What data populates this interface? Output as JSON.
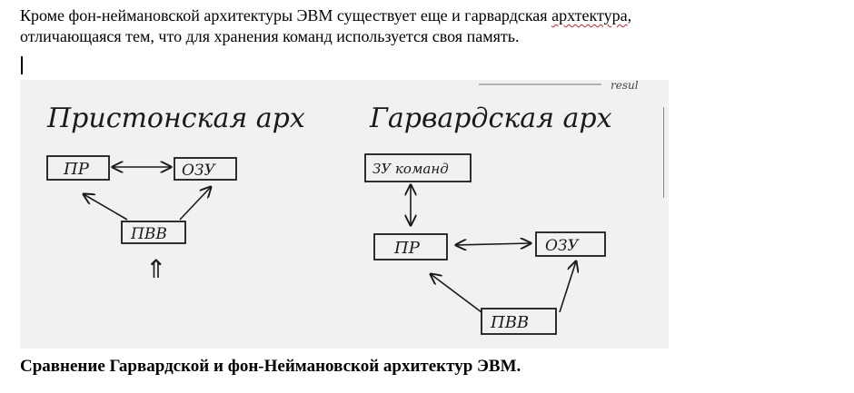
{
  "paragraph": {
    "text_before": "Кроме фон-неймановской архитектуры ЭВМ существует еще и гарвардская ",
    "misspelled": "архтектура",
    "text_after": ",",
    "line2": "отличающаяся тем, что для хранения команд используется своя память."
  },
  "figure": {
    "top_partial_text": "resul",
    "left": {
      "title": "Пристонская арх",
      "box_pr": "ПР",
      "box_ozu": "ОЗУ",
      "box_pvv": "ПВВ",
      "input_arrow": "⇑"
    },
    "right": {
      "title": "Гарвардская арх",
      "box_zu": "ЗУ команд",
      "box_pr": "ПР",
      "box_ozu": "ОЗУ",
      "box_pvv": "ПВВ"
    }
  },
  "caption": "Сравнение Гарвардской и фон-Неймановской архитектур ЭВМ."
}
